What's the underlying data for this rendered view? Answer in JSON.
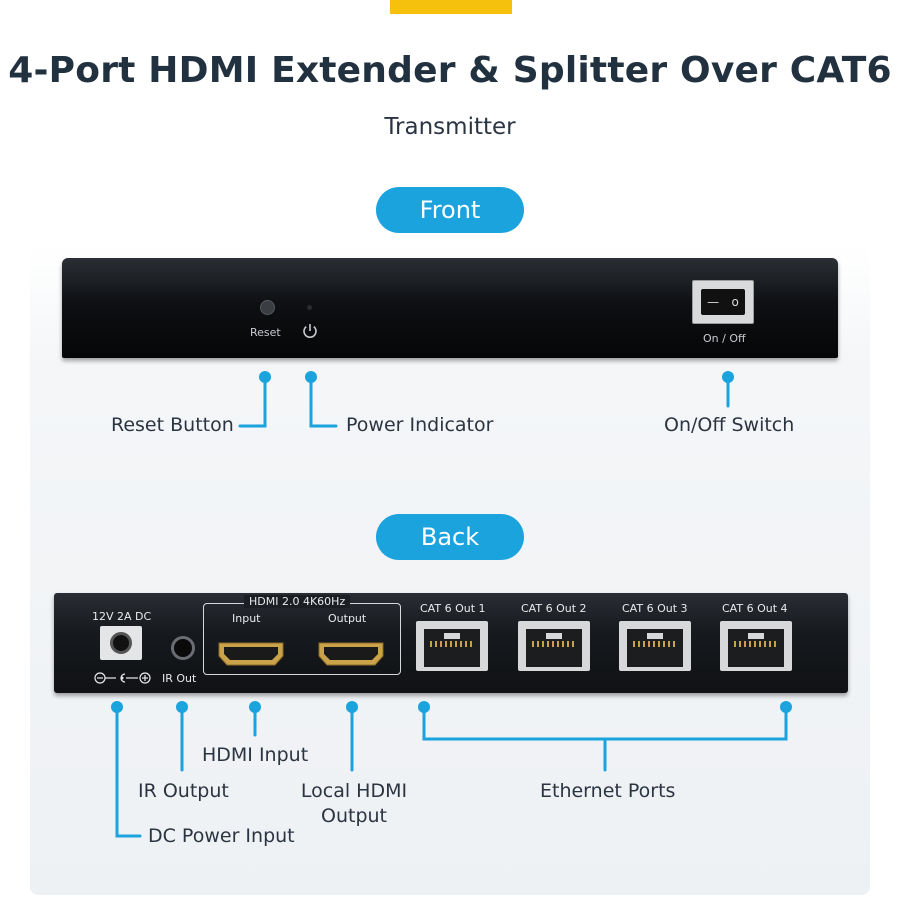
{
  "header": {
    "title": "4-Port HDMI Extender & Splitter Over CAT6",
    "subtitle": "Transmitter"
  },
  "front": {
    "section_label": "Front",
    "device": {
      "reset_label": "Reset",
      "switch_label": "On / Off",
      "switch_off_glyph": "—",
      "switch_on_glyph": "o"
    },
    "callouts": {
      "reset_button": "Reset Button",
      "power_indicator": "Power Indicator",
      "on_off_switch": "On/Off Switch"
    }
  },
  "back": {
    "section_label": "Back",
    "device": {
      "dc_label": "12V 2A DC",
      "ir_label": "IR Out",
      "hdmi_group_label": "HDMI 2.0 4K60Hz",
      "hdmi_input_label": "Input",
      "hdmi_output_label": "Output",
      "cat_ports": [
        "CAT 6 Out 1",
        "CAT 6 Out 2",
        "CAT 6 Out 3",
        "CAT 6 Out 4"
      ]
    },
    "callouts": {
      "hdmi_input": "HDMI Input",
      "ir_output": "IR Output",
      "local_hdmi_output_line1": "Local HDMI",
      "local_hdmi_output_line2": "Output",
      "ethernet_ports": "Ethernet Ports",
      "dc_power_input": "DC Power Input"
    }
  },
  "colors": {
    "accent_yellow": "#f5c10c",
    "pill_blue": "#1aa3dd",
    "connector_blue": "#1aa3dd",
    "title_text": "#22313f"
  }
}
